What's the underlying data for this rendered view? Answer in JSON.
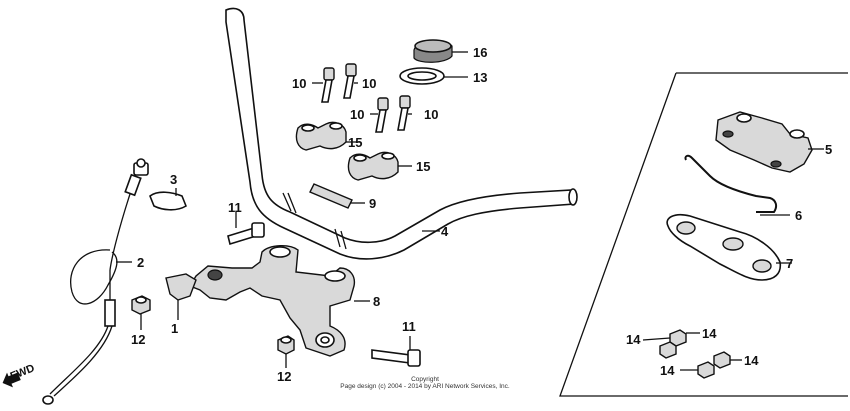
{
  "callouts": {
    "c1": "1",
    "c2": "2",
    "c3": "3",
    "c4": "4",
    "c5": "5",
    "c6": "6",
    "c7": "7",
    "c8": "8",
    "c9": "9",
    "c10a": "10",
    "c10b": "10",
    "c10c": "10",
    "c10d": "10",
    "c11a": "11",
    "c11b": "11",
    "c12a": "12",
    "c12b": "12",
    "c13": "13",
    "c14a": "14",
    "c14b": "14",
    "c14c": "14",
    "c14d": "14",
    "c15a": "15",
    "c15b": "15",
    "c16": "16"
  },
  "fwd_label": "FWD",
  "copyright": {
    "line1": "Copyright",
    "line2": "Page design (c) 2004 - 2014 by ARI Network Services, Inc."
  }
}
